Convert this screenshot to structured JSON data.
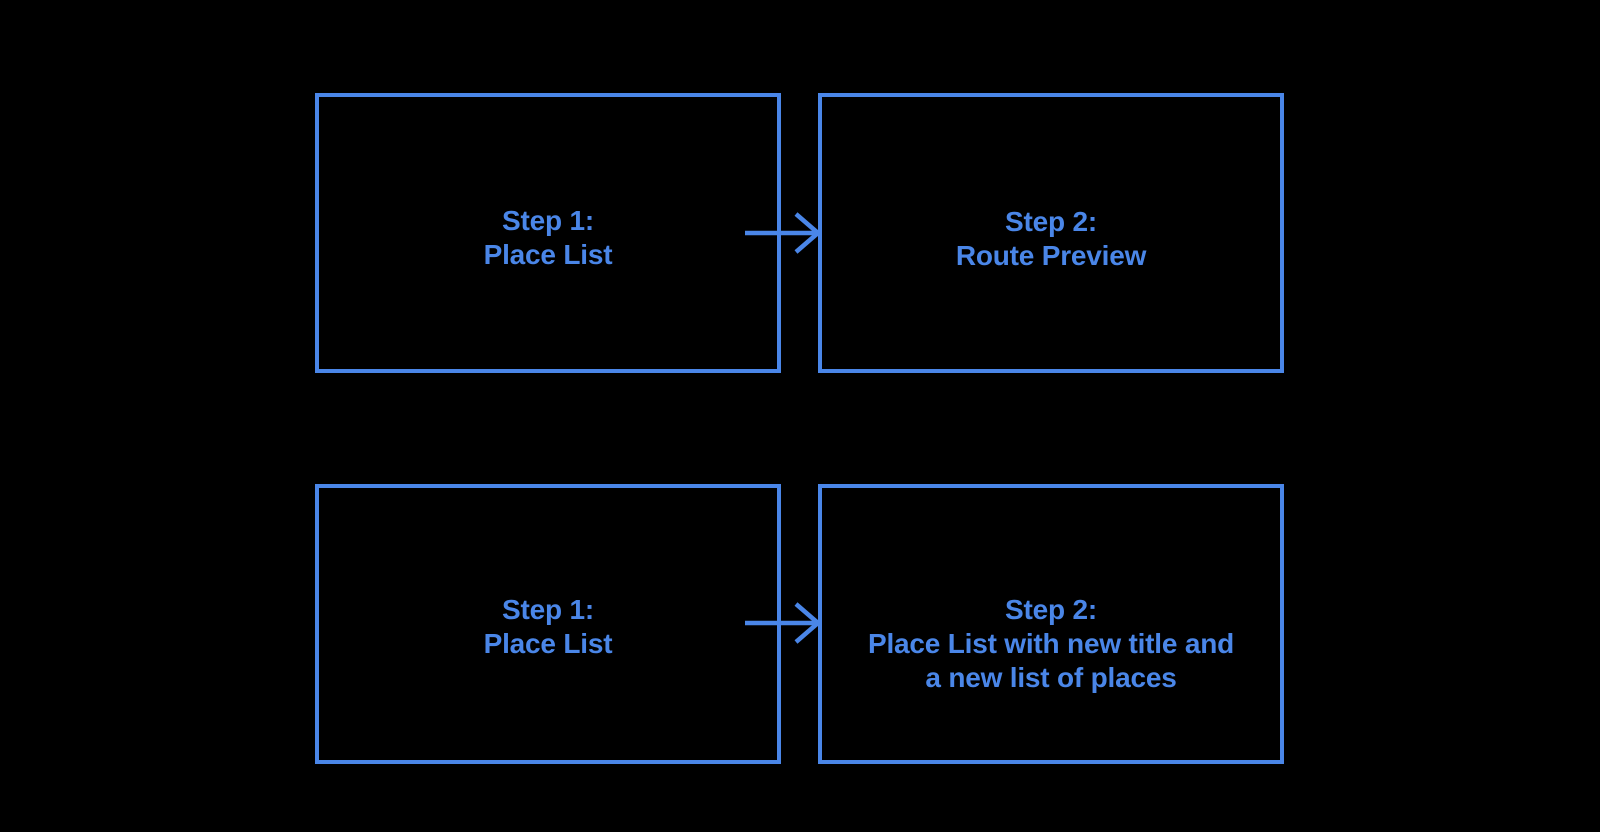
{
  "canvas": {
    "background_color": "#000000"
  },
  "colors": {
    "box_border": "#4A86E8",
    "box_text": "#4A86E8",
    "arrow": "#4A86E8"
  },
  "diagram": {
    "type": "flowchart",
    "rows": [
      {
        "from": {
          "line1": "Step 1:",
          "line2": "Place List"
        },
        "to": {
          "line1": "Step 2:",
          "line2": "Route Preview"
        },
        "connector": "arrow-right"
      },
      {
        "from": {
          "line1": "Step 1:",
          "line2": "Place List"
        },
        "to": {
          "line1": "Step 2:",
          "line2": "Place List with new title and",
          "line3": "a new list of places"
        },
        "connector": "arrow-right"
      }
    ]
  }
}
